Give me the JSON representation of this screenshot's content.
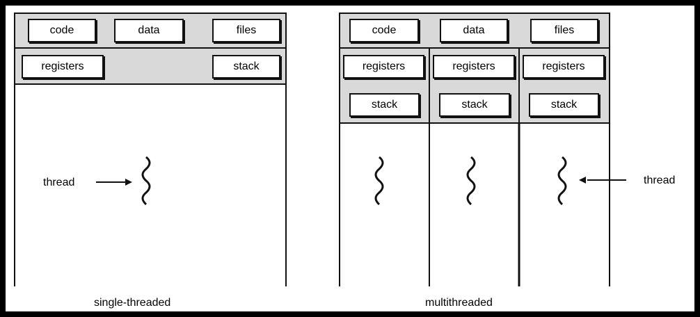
{
  "single": {
    "code": "code",
    "data": "data",
    "files": "files",
    "registers": "registers",
    "stack": "stack",
    "thread_label": "thread",
    "caption": "single-threaded"
  },
  "multi": {
    "code": "code",
    "data": "data",
    "files": "files",
    "threads": [
      {
        "registers": "registers",
        "stack": "stack"
      },
      {
        "registers": "registers",
        "stack": "stack"
      },
      {
        "registers": "registers",
        "stack": "stack"
      }
    ],
    "thread_label": "thread",
    "caption": "multithreaded"
  },
  "colors": {
    "frame": "#000000",
    "panel": "#ffffff",
    "shared_band": "#d9d9d9",
    "line": "#111111"
  }
}
